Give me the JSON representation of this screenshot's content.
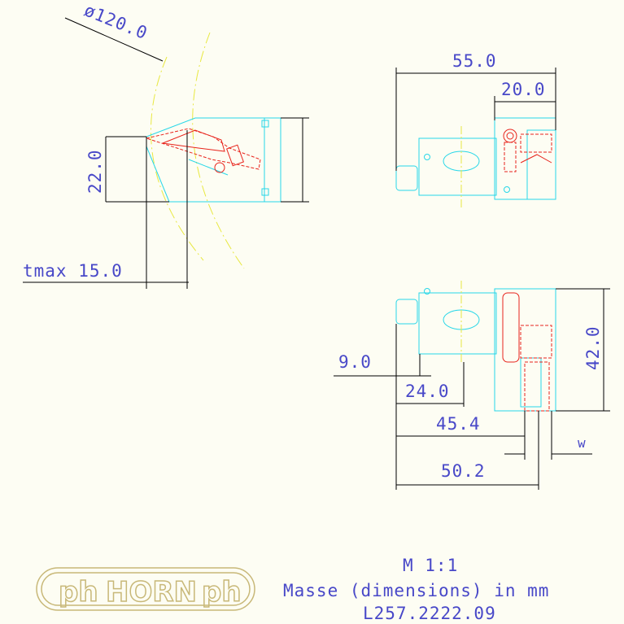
{
  "dimensions": {
    "diameter": "ø120.0",
    "height_left": "22.0",
    "tmax": "tmax 15.0",
    "width_total": "55.0",
    "width_right": "20.0",
    "height_front": "42.0",
    "offset_a": "9.0",
    "offset_b": "24.0",
    "offset_c": "45.4",
    "offset_d": "50.2",
    "w_label": "w"
  },
  "footer": {
    "scale": "M 1:1",
    "units_note": "Masse (dimensions) in mm",
    "part_number": "L257.2222.09"
  },
  "logo": {
    "brand": "HORN",
    "mark": "ph"
  },
  "colors": {
    "background": "#fdfdf3",
    "outline": "#27d7e8",
    "insert": "#e8241c",
    "dimension": "#000000",
    "dim_text": "#4848c8",
    "centerline": "#e8e840",
    "logo": "#c8b878"
  }
}
